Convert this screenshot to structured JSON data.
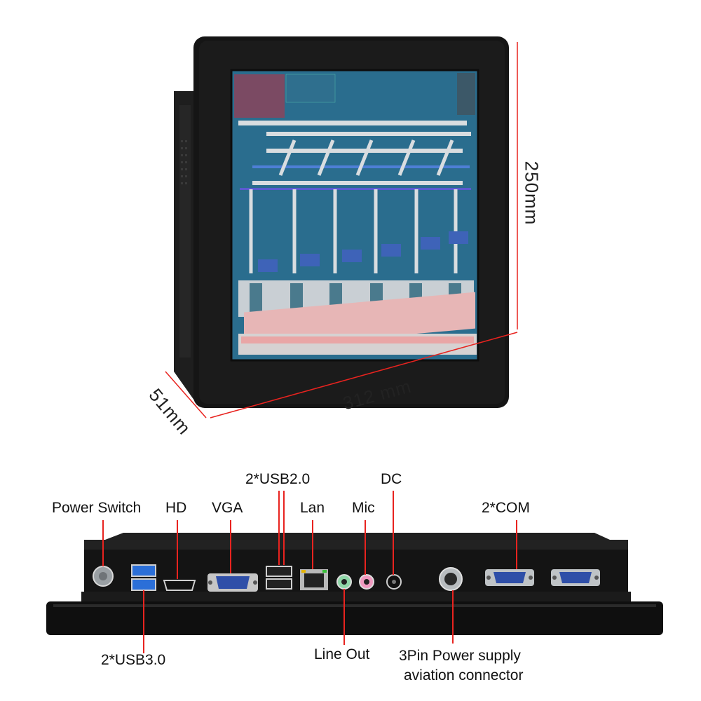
{
  "dimensions": {
    "height": "250mm",
    "width": "312 mm",
    "depth": "51mm"
  },
  "ports": {
    "power_switch": "Power Switch",
    "hd": "HD",
    "vga": "VGA",
    "usb2": "2*USB2.0",
    "lan": "Lan",
    "mic": "Mic",
    "dc": "DC",
    "com": "2*COM",
    "usb3": "2*USB3.0",
    "line_out": "Line Out",
    "power_supply_line1": "3Pin Power supply",
    "power_supply_line2": "aviation connector"
  },
  "colors": {
    "annotation": "#e8231f",
    "bezel": "#141414",
    "screen_bg": "#2a6d8e"
  }
}
